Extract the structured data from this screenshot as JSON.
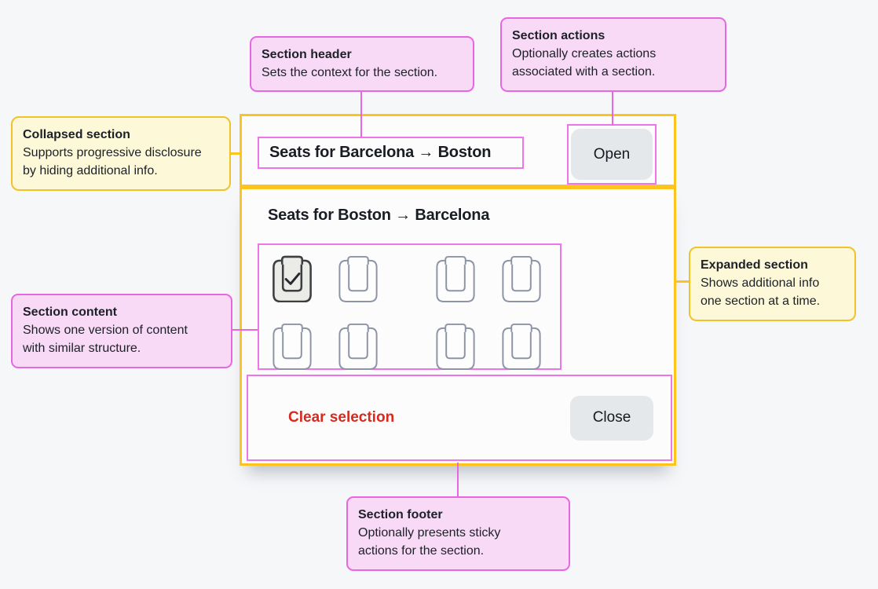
{
  "component": {
    "collapsed": {
      "title": "Seats for Barcelona → Boston",
      "action_label": "Open"
    },
    "expanded": {
      "title": "Seats for Boston → Barcelona",
      "seat_rows": [
        [
          "selected",
          "empty",
          "empty",
          "empty"
        ],
        [
          "empty",
          "empty",
          "empty",
          "empty"
        ]
      ],
      "footer": {
        "clear_label": "Clear selection",
        "close_label": "Close"
      }
    }
  },
  "callouts": {
    "section_header": {
      "title": "Section header",
      "body": "Sets the context for the section."
    },
    "section_actions": {
      "title": "Section actions",
      "body": "Optionally creates actions\nassociated with a section."
    },
    "collapsed_section": {
      "title": "Collapsed section",
      "body": "Supports progressive disclosure\nby hiding additional info."
    },
    "expanded_section": {
      "title": "Expanded section",
      "body": "Shows additional info\none section at a time."
    },
    "section_content": {
      "title": "Section content",
      "body": "Shows one version of content\nwith similar structure."
    },
    "section_footer": {
      "title": "Section footer",
      "body": "Optionally presents sticky\nactions for the section."
    }
  },
  "icons": {
    "seat": "seat-icon",
    "check": "check-icon"
  },
  "colors": {
    "annotation_pink_border": "#e966e3",
    "annotation_pink_fill": "#f8d9f6",
    "annotation_yellow_border": "#f0c32a",
    "annotation_yellow_fill": "#fcf8d8",
    "component_border_yellow": "#fdc41d",
    "danger_red": "#d9291c",
    "button_gray": "#e5e8ea",
    "seat_outline": "#8d95a4",
    "text_dark": "#1b2129"
  }
}
